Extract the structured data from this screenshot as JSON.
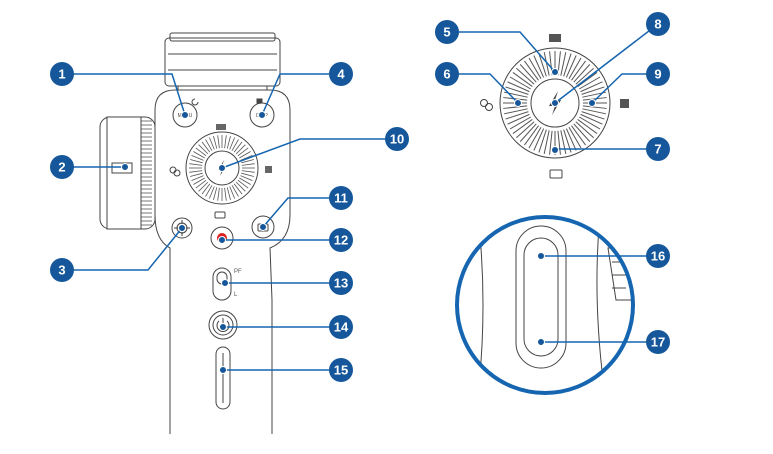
{
  "colors": {
    "callout_fill": "#15579a",
    "leader_line": "#1565b0",
    "outline": "#444444",
    "record_red": "#e02020",
    "zoom_ring": "#1565b0"
  },
  "device_labels": {
    "menu": "MENU",
    "disp": "DISP",
    "pf": "PF",
    "l": "L"
  },
  "callouts": [
    {
      "number": "1",
      "part": "menu-button"
    },
    {
      "number": "2",
      "part": "side-wheel"
    },
    {
      "number": "3",
      "part": "mode-button"
    },
    {
      "number": "4",
      "part": "disp-button"
    },
    {
      "number": "5",
      "part": "dial-top-position"
    },
    {
      "number": "6",
      "part": "dial-left-position"
    },
    {
      "number": "7",
      "part": "dial-bottom-position"
    },
    {
      "number": "8",
      "part": "dial-center-button"
    },
    {
      "number": "9",
      "part": "dial-right-position"
    },
    {
      "number": "10",
      "part": "control-dial"
    },
    {
      "number": "11",
      "part": "shutter-button"
    },
    {
      "number": "12",
      "part": "record-button"
    },
    {
      "number": "13",
      "part": "mode-switch"
    },
    {
      "number": "14",
      "part": "power-button"
    },
    {
      "number": "15",
      "part": "side-slider"
    },
    {
      "number": "16",
      "part": "trigger-upper"
    },
    {
      "number": "17",
      "part": "trigger-lower"
    }
  ]
}
